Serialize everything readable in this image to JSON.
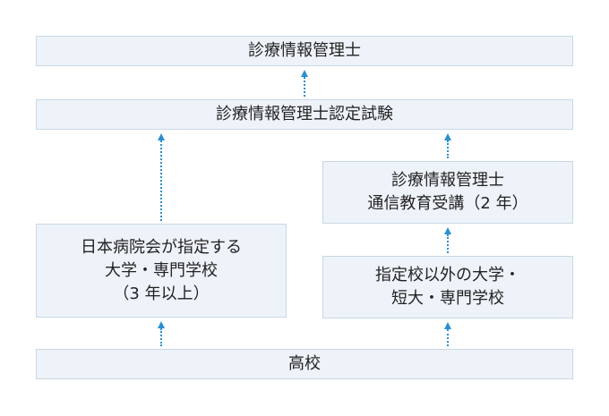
{
  "nodes": {
    "qualification": {
      "label": "診療情報管理士"
    },
    "exam": {
      "label": "診療情報管理士認定試験"
    },
    "correspondence": {
      "line1": "診療情報管理士",
      "line2": "通信教育受講（2 年）"
    },
    "designated_school": {
      "line1": "日本病院会が指定する",
      "line2": "大学・専門学校",
      "line3": "（3 年以上）"
    },
    "other_school": {
      "line1": "指定校以外の大学・",
      "line2": "短大・専門学校"
    },
    "high_school": {
      "label": "高校"
    }
  },
  "colors": {
    "box_fill": "#eef3f9",
    "box_border": "#c8d7e6",
    "arrow": "#2a8fd0",
    "text": "#222222"
  }
}
